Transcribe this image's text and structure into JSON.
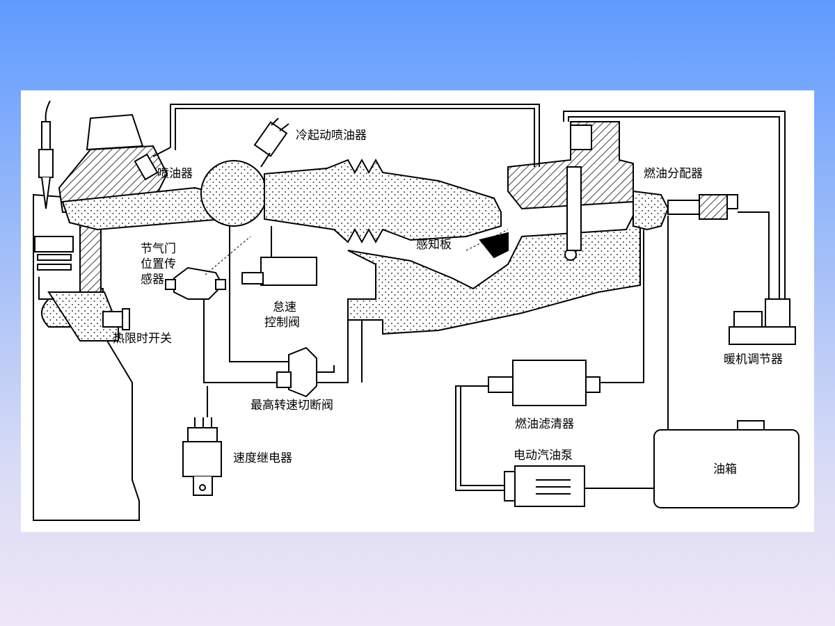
{
  "labels": {
    "cold_start_injector": "冷起动喷油器",
    "injector": "喷油器",
    "fuel_distributor": "燃油分配器",
    "throttle_sensor_line1": "节气门",
    "throttle_sensor_line2": "位置传",
    "throttle_sensor_line3": "感器",
    "sensor_plate": "感知板",
    "idle_valve_line1": "怠速",
    "idle_valve_line2": "控制阀",
    "thermo_time_switch": "热限时开关",
    "max_speed_cutoff_valve": "最高转速切断阀",
    "speed_relay": "速度继电器",
    "fuel_filter": "燃油滤清器",
    "electric_fuel_pump": "电动汽油泵",
    "fuel_tank": "油箱",
    "warmup_regulator": "暖机调节器"
  },
  "colors": {
    "background_top": "#5f9bff",
    "background_bottom": "#efe6f7",
    "panel": "#ffffff",
    "ink": "#000000"
  }
}
